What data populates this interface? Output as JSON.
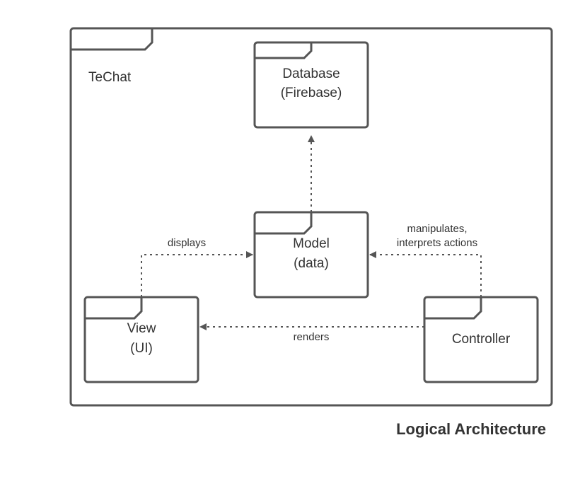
{
  "container": {
    "label": "TeChat"
  },
  "nodes": {
    "database": {
      "line1": "Database",
      "line2": "(Firebase)"
    },
    "model": {
      "line1": "Model",
      "line2": "(data)"
    },
    "view": {
      "line1": "View",
      "line2": "(UI)"
    },
    "controller": {
      "line1": "Controller"
    }
  },
  "edges": {
    "displays": "displays",
    "manipulates_line1": "manipulates,",
    "manipulates_line2": "interprets actions",
    "renders": "renders"
  },
  "caption": "Logical Architecture",
  "colors": {
    "stroke": "#555555",
    "text": "#333333",
    "background": "#ffffff"
  }
}
